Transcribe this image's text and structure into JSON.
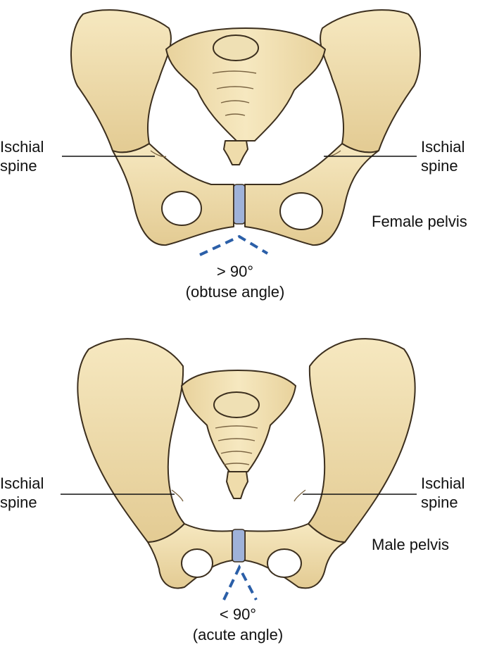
{
  "colors": {
    "bone": "#f1dfae",
    "bone_shade": "#dcc38b",
    "bone_outline": "#3c2f1e",
    "cartilage": "#9fb2d9",
    "angle_dash": "#2b5fa8",
    "text": "#111111"
  },
  "female": {
    "ischial_spine_left": [
      "Ischial",
      "spine"
    ],
    "ischial_spine_right": [
      "Ischial",
      "spine"
    ],
    "pelvis_label": "Female pelvis",
    "angle_value": "> 90°",
    "angle_type": "(obtuse angle)"
  },
  "male": {
    "ischial_spine_left": [
      "Ischial",
      "spine"
    ],
    "ischial_spine_right": [
      "Ischial",
      "spine"
    ],
    "pelvis_label": "Male pelvis",
    "angle_value": "< 90°",
    "angle_type": "(acute angle)"
  }
}
